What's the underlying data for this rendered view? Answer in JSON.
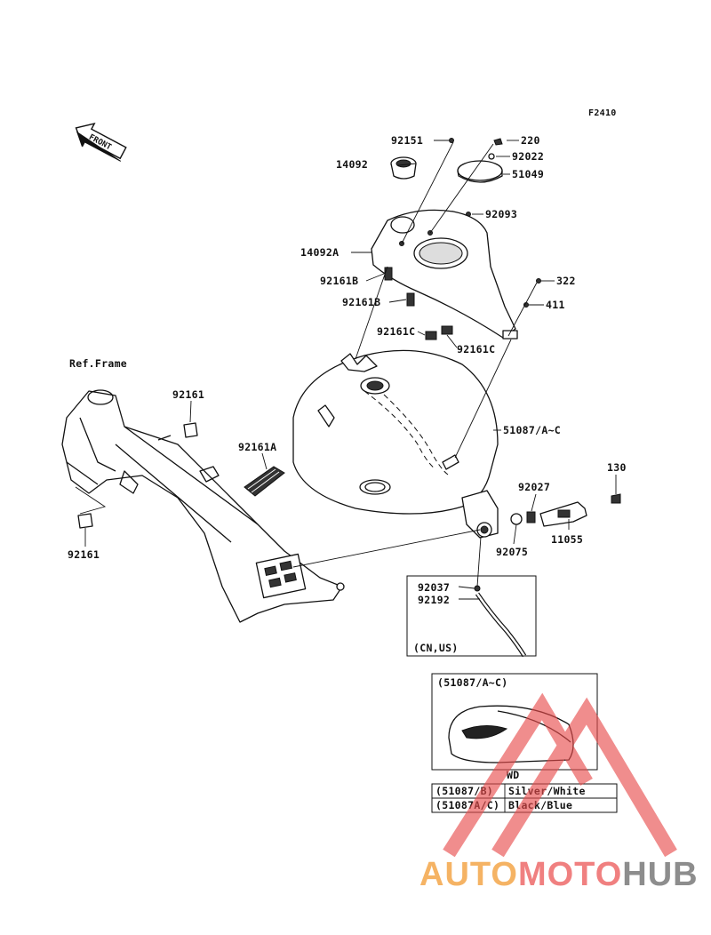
{
  "figure_code": "F2410",
  "front_arrow_label": "FRONT",
  "parts": {
    "p92151": "92151",
    "p220": "220",
    "p14092": "14092",
    "p92022": "92022",
    "p51049": "51049",
    "p92093": "92093",
    "p14092A": "14092A",
    "p92161B_1": "92161B",
    "p92161B_2": "92161B",
    "p322": "322",
    "p411": "411",
    "p92161C_1": "92161C",
    "p92161C_2": "92161C",
    "ref_frame": "Ref.Frame",
    "p92161_1": "92161",
    "p92161A": "92161A",
    "p51087": "51087/A~C",
    "p130": "130",
    "p92027": "92027",
    "p11055": "11055",
    "p92075": "92075",
    "p92161_2": "92161",
    "p92037": "92037",
    "p92192": "92192"
  },
  "variant_box_note": "(CN,US)",
  "color_table": {
    "title": "(51087/A~C)",
    "subheader": "WD",
    "rows": [
      {
        "code": "(51087/B)",
        "color": "Silver/White"
      },
      {
        "code": "(51087A/C)",
        "color": "Black/Blue"
      }
    ]
  },
  "watermark": {
    "part1": "AUTO",
    "part2": "MOTO",
    "part3": "HUB",
    "colors": {
      "auto": "#f4a64a",
      "moto": "#ee6b6b",
      "hub": "#7a7a7a",
      "triangle": "#e84c4c"
    }
  }
}
